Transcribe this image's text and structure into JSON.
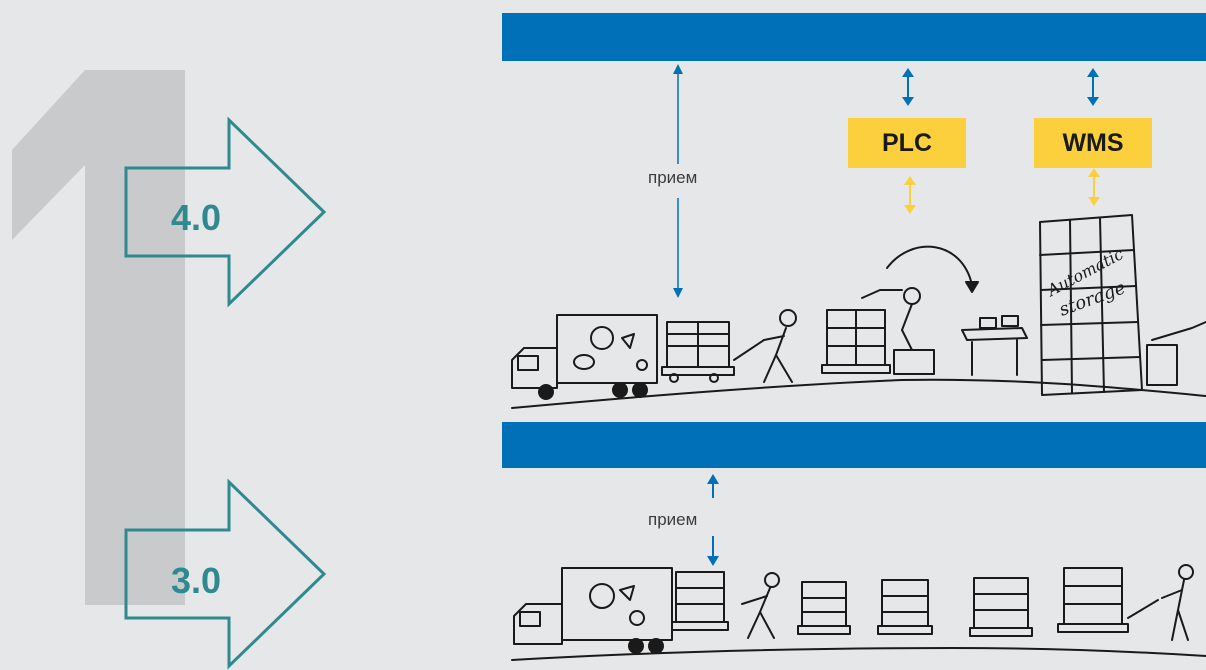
{
  "arrows": {
    "upper_label": "4.0",
    "lower_label": "3.0"
  },
  "upper_system": {
    "reception_label": "прием",
    "plc_label": "PLC",
    "wms_label": "WMS",
    "storage_text_line1": "Automatic",
    "storage_text_line2": "storage"
  },
  "lower_system": {
    "reception_label": "прием"
  },
  "colors": {
    "background": "#e6e7e8",
    "blue_bar": "#0070b8",
    "teal_arrow": "#2e8a8f",
    "yellow_box": "#fcd03c",
    "big_numeral": "#c9cacc"
  },
  "icons": [
    "big-one-numeral",
    "right-arrow-outline",
    "truck-icon",
    "pallet-icon",
    "worker-icon",
    "robot-arm-icon",
    "storage-building-icon"
  ]
}
